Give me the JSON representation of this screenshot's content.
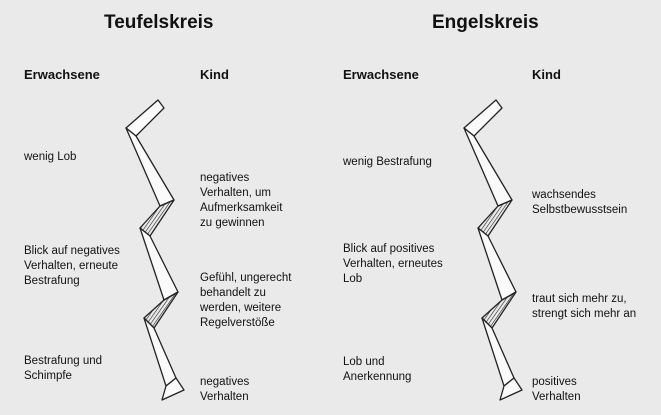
{
  "teufelskreis": {
    "title": "Teufelskreis",
    "col_erwachsene": "Erwachsene",
    "col_kind": "Kind",
    "erwachsene_items": [
      "wenig Lob",
      "Blick auf negatives\nVerhalten, erneute\nBestrafung",
      "Bestrafung und\nSchimpfe"
    ],
    "kind_items": [
      "negatives\nVerhalten, um\nAufmerksamkeit\nzu gewinnen",
      "Gefühl, ungerecht\nbehandelt zu\nwerden, weitere\nRegelverstöße",
      "negatives\nVerhalten"
    ]
  },
  "engelskreis": {
    "title": "Engelskreis",
    "col_erwachsene": "Erwachsene",
    "col_kind": "Kind",
    "erwachsene_items": [
      "wenig Bestrafung",
      "Blick auf positives\nVerhalten, erneutes\nLob",
      "Lob und\nAnerkennung"
    ],
    "kind_items": [
      "wachsendes\nSelbstbewusstsein",
      "traut sich mehr zu,\nstrengt sich mehr an",
      "positives\nVerhalten"
    ]
  },
  "icons": [
    "spiral-ribbon-icon"
  ]
}
